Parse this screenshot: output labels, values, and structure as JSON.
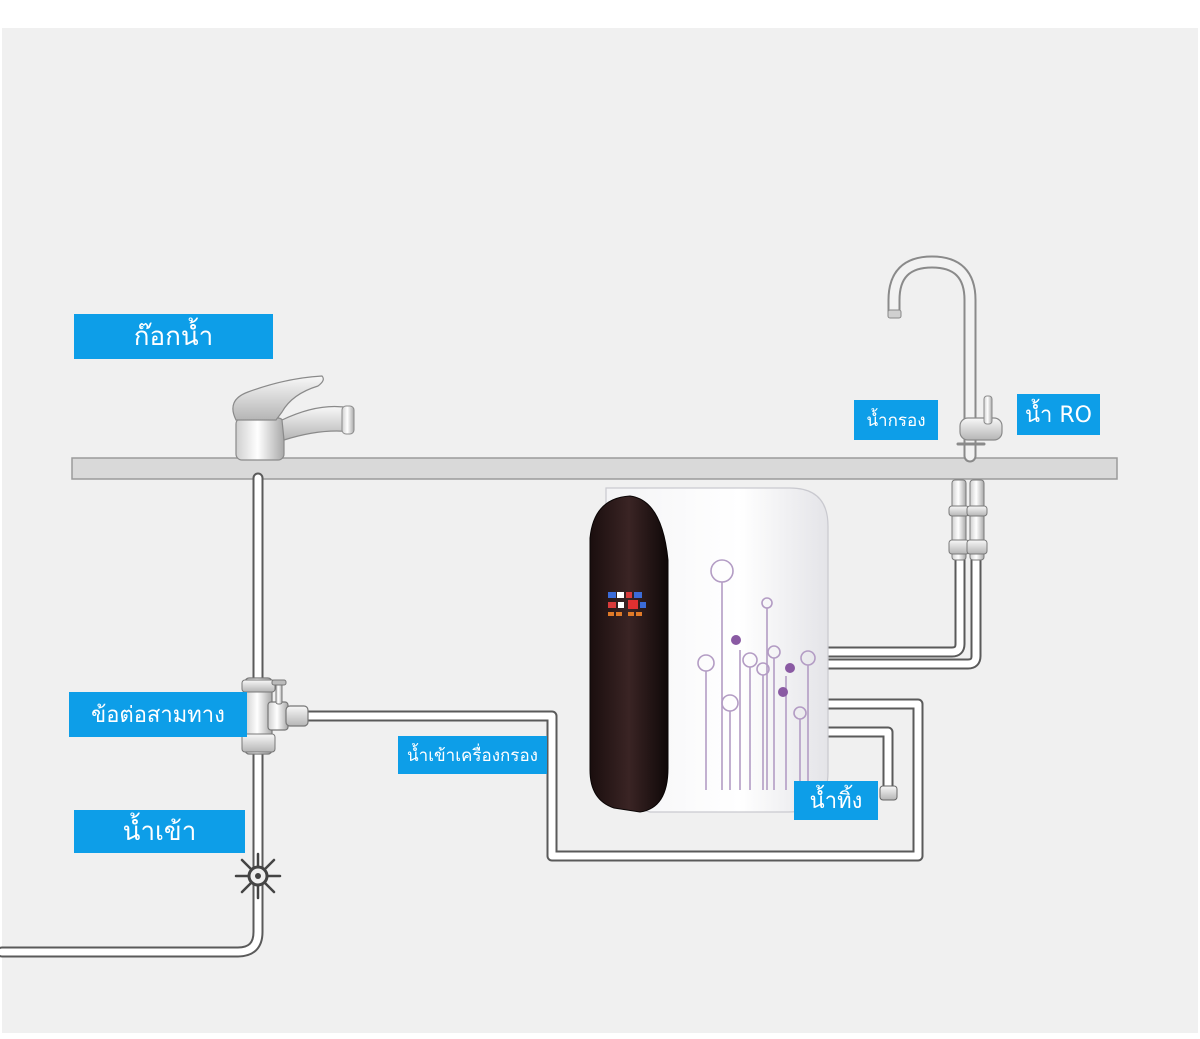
{
  "labels": {
    "faucet": "ก๊อกน้ำ",
    "tee_valve": "ข้อต่อสามทาง",
    "water_in": "น้ำเข้า",
    "filtered_water": "น้ำกรอง",
    "ro_water": "น้ำ RO",
    "filter_inlet": "น้ำเข้าเครื่องกรอง",
    "waste_water": "น้ำทิ้ง"
  },
  "colors": {
    "label_bg": "#0d9ee8",
    "label_text": "#ffffff",
    "background": "#f0f0f0",
    "counter": "#d9d9d9",
    "pipe": "#5a5a5a",
    "accent_purple": "#9b6fb0"
  }
}
